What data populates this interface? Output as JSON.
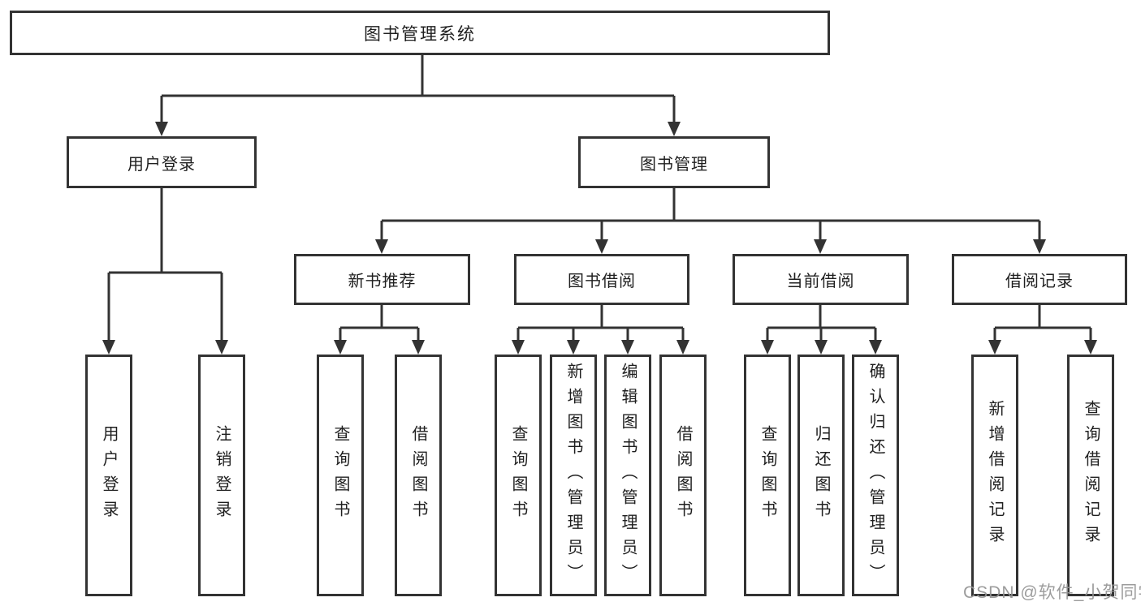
{
  "diagram": {
    "title": "图书管理系统",
    "branches": [
      {
        "label": "用户登录",
        "children": [
          {
            "label": "用户登录"
          },
          {
            "label": "注销登录"
          }
        ]
      },
      {
        "label": "图书管理",
        "children": [
          {
            "label": "新书推荐",
            "children": [
              {
                "label": "查询图书"
              },
              {
                "label": "借阅图书"
              }
            ]
          },
          {
            "label": "图书借阅",
            "children": [
              {
                "label": "查询图书"
              },
              {
                "label": "新增图书（管理员）"
              },
              {
                "label": "编辑图书（管理员）"
              },
              {
                "label": "借阅图书"
              }
            ]
          },
          {
            "label": "当前借阅",
            "children": [
              {
                "label": "查询图书"
              },
              {
                "label": "归还图书"
              },
              {
                "label": "确认归还（管理员）"
              }
            ]
          },
          {
            "label": "借阅记录",
            "children": [
              {
                "label": "新增借阅记录"
              },
              {
                "label": "查询借阅记录"
              }
            ]
          }
        ]
      }
    ]
  },
  "watermark": {
    "text": "CSDN @软件_小贺同学"
  },
  "colors": {
    "line": "#333333",
    "box_fill": "#ffffff",
    "text": "#1f1f1f",
    "watermark": "#949494",
    "background": "#ffffff"
  }
}
